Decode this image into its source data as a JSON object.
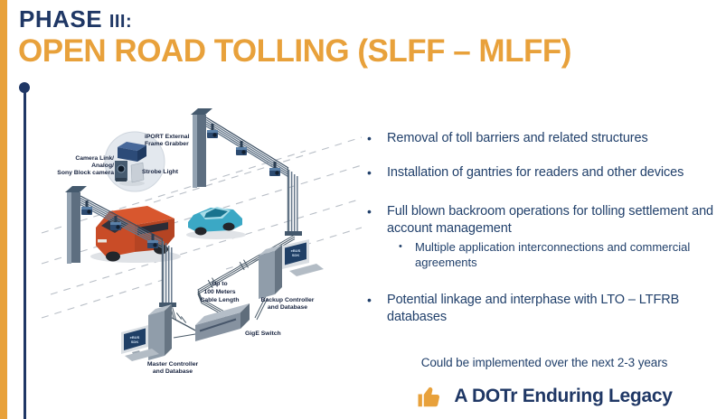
{
  "slide": {
    "phase_label": "PHASE",
    "phase_number": "III:",
    "title": "OPEN ROAD TOLLING (SLFF – MLFF)"
  },
  "content": {
    "bullet_glyph": "•",
    "bullets": [
      {
        "text": "Removal of toll barriers and related structures"
      },
      {
        "text": "Installation of gantries for readers and other devices"
      },
      {
        "text": "Full blown backroom operations for tolling settlement and account management",
        "sub": [
          "Multiple application interconnections and commercial agreements"
        ]
      },
      {
        "text": "Potential linkage and interphase with LTO – LTFRB databases"
      }
    ],
    "note": "Could be implemented over the next 2-3 years",
    "legacy": "A DOTr Enduring Legacy"
  },
  "diagram": {
    "iport_label": [
      "iPORT External",
      "Frame Grabber"
    ],
    "camera_label": [
      "Camera Link/",
      "Analog/",
      "Sony Block camera"
    ],
    "strobe_label": "Strobe Light",
    "cable_label": [
      "Up to",
      "100 Meters",
      "Cable Length"
    ],
    "gige_label": "GigE Switch",
    "master_label": [
      "Master Controller",
      "and Database"
    ],
    "backup_label": [
      "Backup Controller",
      "and Database"
    ],
    "screen_label": [
      "eBUS",
      "SDK"
    ]
  },
  "colors": {
    "accent_orange": "#E8A13B",
    "navy": "#1F3765",
    "text_navy": "#21406B"
  }
}
